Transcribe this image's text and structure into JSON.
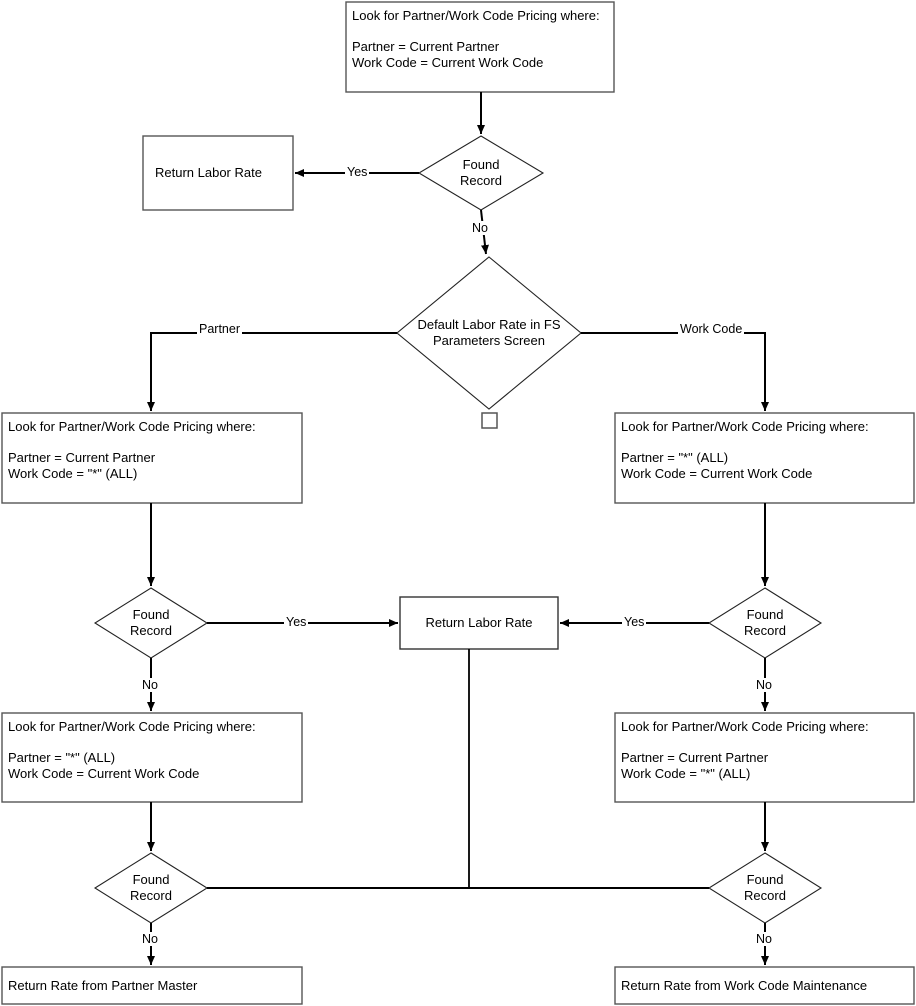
{
  "diagram": {
    "type": "flowchart",
    "title": "Labor Rate Lookup Flowchart",
    "colors": {
      "stroke": "#000000",
      "background": "#ffffff",
      "text": "#000000"
    },
    "nodes": {
      "top_lookup": {
        "shape": "process",
        "text": "Look for Partner/Work Code Pricing where:\n\nPartner = Current Partner\nWork Code = Current Work Code"
      },
      "top_found": {
        "shape": "decision",
        "text": "Found\nRecord"
      },
      "top_return": {
        "shape": "process",
        "text": "Return Labor Rate"
      },
      "default_rate": {
        "shape": "decision",
        "text": "Default Labor Rate in FS\nParameters Screen"
      },
      "marker_square": {
        "shape": "square",
        "text": ""
      },
      "left_lookup_1": {
        "shape": "process",
        "text": "Look for Partner/Work Code Pricing where:\n\nPartner = Current Partner\nWork Code = \"*\" (ALL)"
      },
      "right_lookup_1": {
        "shape": "process",
        "text": "Look for Partner/Work Code Pricing where:\n\nPartner = \"*\" (ALL)\nWork Code = Current Work Code"
      },
      "left_found_1": {
        "shape": "decision",
        "text": "Found\nRecord"
      },
      "right_found_1": {
        "shape": "decision",
        "text": "Found\nRecord"
      },
      "center_return": {
        "shape": "process",
        "text": "Return Labor Rate"
      },
      "left_lookup_2": {
        "shape": "process",
        "text": "Look for Partner/Work Code Pricing where:\n\nPartner = \"*\" (ALL)\nWork Code = Current Work Code"
      },
      "right_lookup_2": {
        "shape": "process",
        "text": "Look for Partner/Work Code Pricing where:\n\nPartner = Current Partner\nWork Code = \"*\" (ALL)"
      },
      "left_found_2": {
        "shape": "decision",
        "text": "Found\nRecord"
      },
      "right_found_2": {
        "shape": "decision",
        "text": "Found\nRecord"
      },
      "left_return_partner": {
        "shape": "process",
        "text": "Return Rate from Partner Master"
      },
      "right_return_workcode": {
        "shape": "process",
        "text": "Return Rate from Work Code Maintenance"
      }
    },
    "edge_labels": {
      "top_yes": "Yes",
      "top_no": "No",
      "branch_partner": "Partner",
      "branch_workcode": "Work Code",
      "left_yes_1": "Yes",
      "right_yes_1": "Yes",
      "left_no_1": "No",
      "right_no_1": "No",
      "left_no_2": "No",
      "right_no_2": "No"
    }
  }
}
